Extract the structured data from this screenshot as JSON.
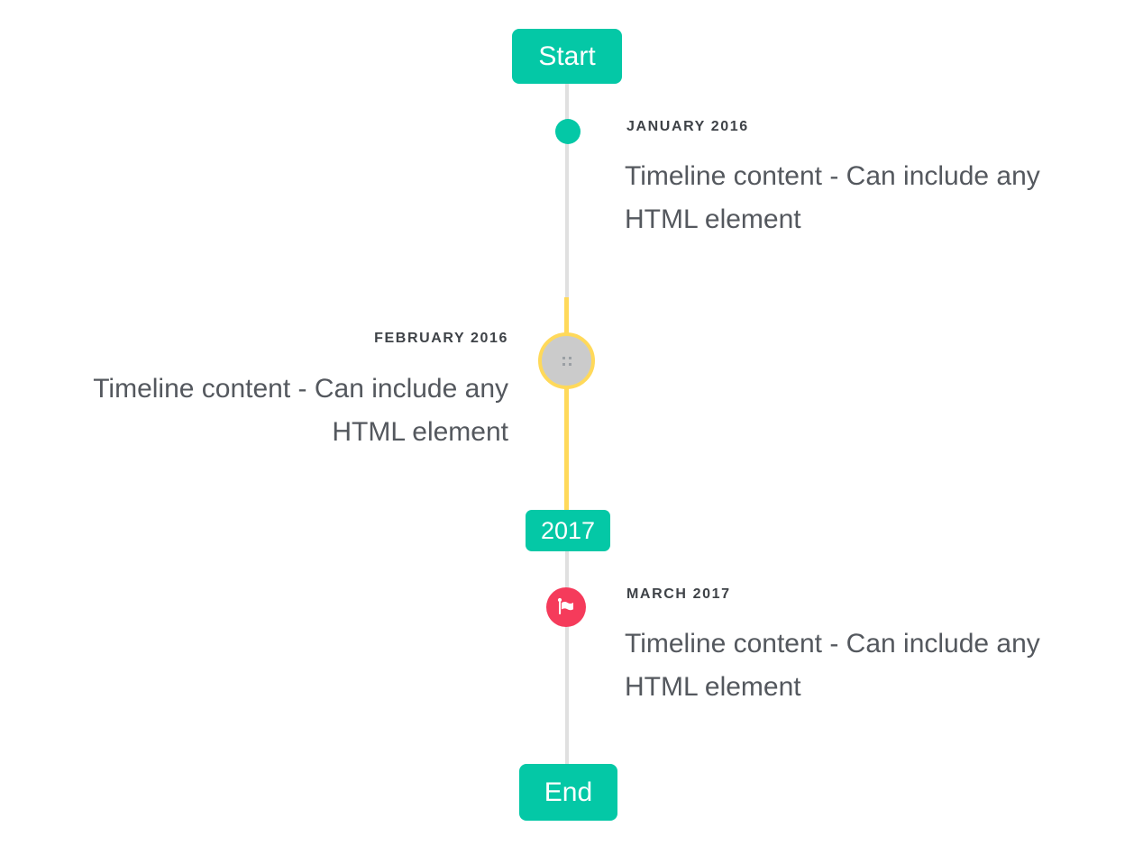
{
  "colors": {
    "accent_teal": "#04c8a6",
    "active_yellow": "#ffd95a",
    "flag_red": "#f53b5b",
    "line_gray": "#e0e0e0",
    "image_circle_gray": "#cbcbcb",
    "title_text": "#3e4247",
    "content_text": "#54585e",
    "flag_label_text": "#ffffff"
  },
  "timeline": {
    "start_label": "Start",
    "end_label": "End",
    "year_badge_label": "2017",
    "entries": [
      {
        "id": "january-2016",
        "side": "right",
        "marker": "teal-dot",
        "title": "JANUARY 2016",
        "lines": [
          "Timeline content - Can include any",
          "HTML element"
        ]
      },
      {
        "id": "february-2016",
        "side": "left",
        "marker": "image-circle-broken",
        "title": "FEBRUARY 2016",
        "lines": [
          "Timeline content - Can include any",
          "HTML element"
        ]
      },
      {
        "id": "march-2017",
        "side": "right",
        "marker": "red-flag-circle",
        "title": "MARCH 2017",
        "lines": [
          "Timeline content - Can include any",
          "HTML element"
        ]
      }
    ]
  }
}
